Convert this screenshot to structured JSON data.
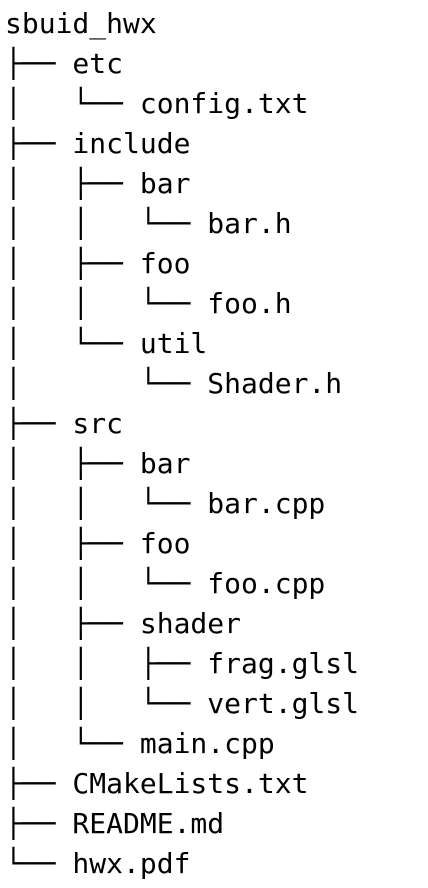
{
  "tree": {
    "lines": [
      "sbuid_hwx",
      "├── etc",
      "│   └── config.txt",
      "├── include",
      "│   ├── bar",
      "│   │   └── bar.h",
      "│   ├── foo",
      "│   │   └── foo.h",
      "│   └── util",
      "│       └── Shader.h",
      "├── src",
      "│   ├── bar",
      "│   │   └── bar.cpp",
      "│   ├── foo",
      "│   │   └── foo.cpp",
      "│   ├── shader",
      "│   │   ├── frag.glsl",
      "│   │   └── vert.glsl",
      "│   └── main.cpp",
      "├── CMakeLists.txt",
      "├── README.md",
      "└── hwx.pdf"
    ]
  }
}
